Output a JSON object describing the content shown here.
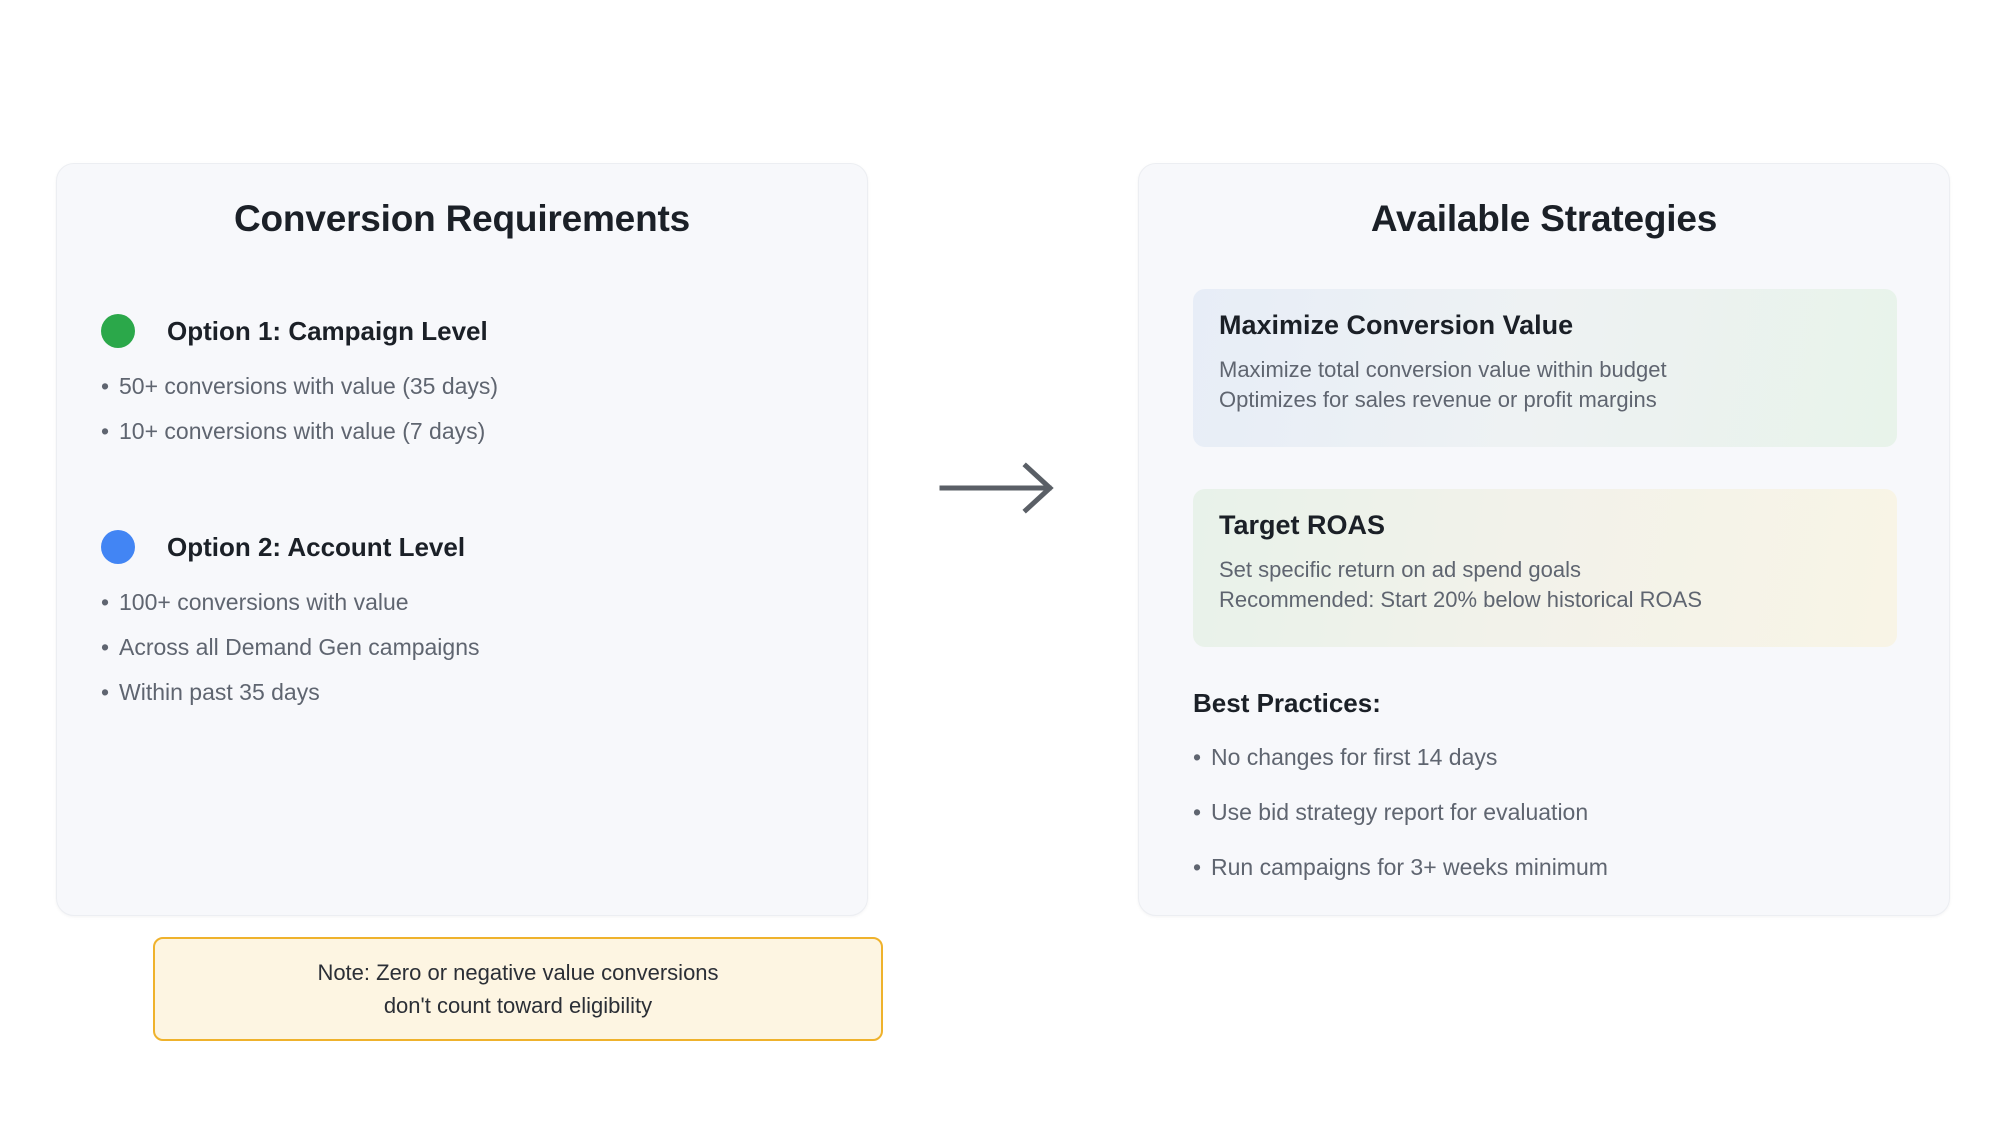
{
  "left_card": {
    "title": "Conversion Requirements",
    "options": [
      {
        "dot_color": "#2ba84a",
        "dot_icon": "status-dot-green",
        "title": "Option 1: Campaign Level",
        "bullets": [
          "50+ conversions with value (35 days)",
          "10+ conversions with value (7 days)"
        ]
      },
      {
        "dot_color": "#4285f4",
        "dot_icon": "status-dot-blue",
        "title": "Option 2: Account Level",
        "bullets": [
          "100+ conversions with value",
          "Across all Demand Gen campaigns",
          "Within past 35 days"
        ]
      }
    ],
    "note": {
      "line1": "Note: Zero or negative value conversions",
      "line2": "don't count toward eligibility",
      "border_color": "#efb22c",
      "background_color": "#fdf5e2"
    }
  },
  "connector": {
    "icon": "arrow-right-icon",
    "color": "#5a5f66"
  },
  "right_card": {
    "title": "Available Strategies",
    "strategies": [
      {
        "name": "Maximize Conversion Value",
        "desc1": "Maximize total conversion value within budget",
        "desc2": "Optimizes for sales revenue or profit margins",
        "gradient_from": "#e7edf7",
        "gradient_to": "#e8f3ea"
      },
      {
        "name": "Target ROAS",
        "desc1": "Set specific return on ad spend goals",
        "desc2": "Recommended: Start 20% below historical ROAS",
        "gradient_from": "#e8f2ea",
        "gradient_to": "#f8f4e6"
      }
    ],
    "best_practices_title": "Best Practices:",
    "best_practices": [
      "No changes for first 14 days",
      "Use bid strategy report for evaluation",
      "Run campaigns for 3+ weeks minimum"
    ]
  }
}
